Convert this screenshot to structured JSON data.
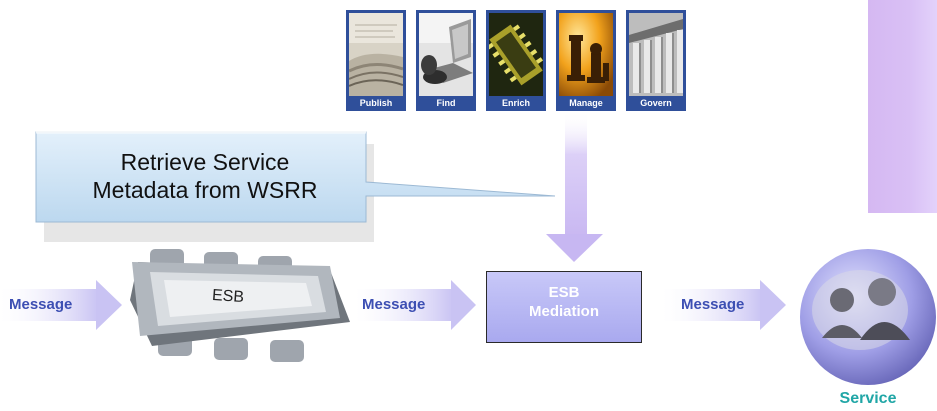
{
  "lifecycle_tiles": [
    {
      "label": "Publish",
      "icon": "newspaper-icon"
    },
    {
      "label": "Find",
      "icon": "laptop-icon"
    },
    {
      "label": "Enrich",
      "icon": "circuit-icon"
    },
    {
      "label": "Manage",
      "icon": "chess-icon"
    },
    {
      "label": "Govern",
      "icon": "columns-icon"
    }
  ],
  "callout": {
    "line1": "Retrieve Service",
    "line2": "Metadata from WSRR"
  },
  "flow": {
    "message_1": "Message",
    "esb_chip": "ESB",
    "message_2": "Message",
    "mediation_line1": "ESB",
    "mediation_line2": "Mediation",
    "message_3": "Message",
    "service_label": "Service"
  },
  "colors": {
    "message_text": "#3d4fb3",
    "service_text": "#20a6a6",
    "tile_frame": "#2f4f9a",
    "panel": "#d7bcf4",
    "arrow": "#ccc7f3",
    "callout_fill": "#cfe4f5"
  }
}
